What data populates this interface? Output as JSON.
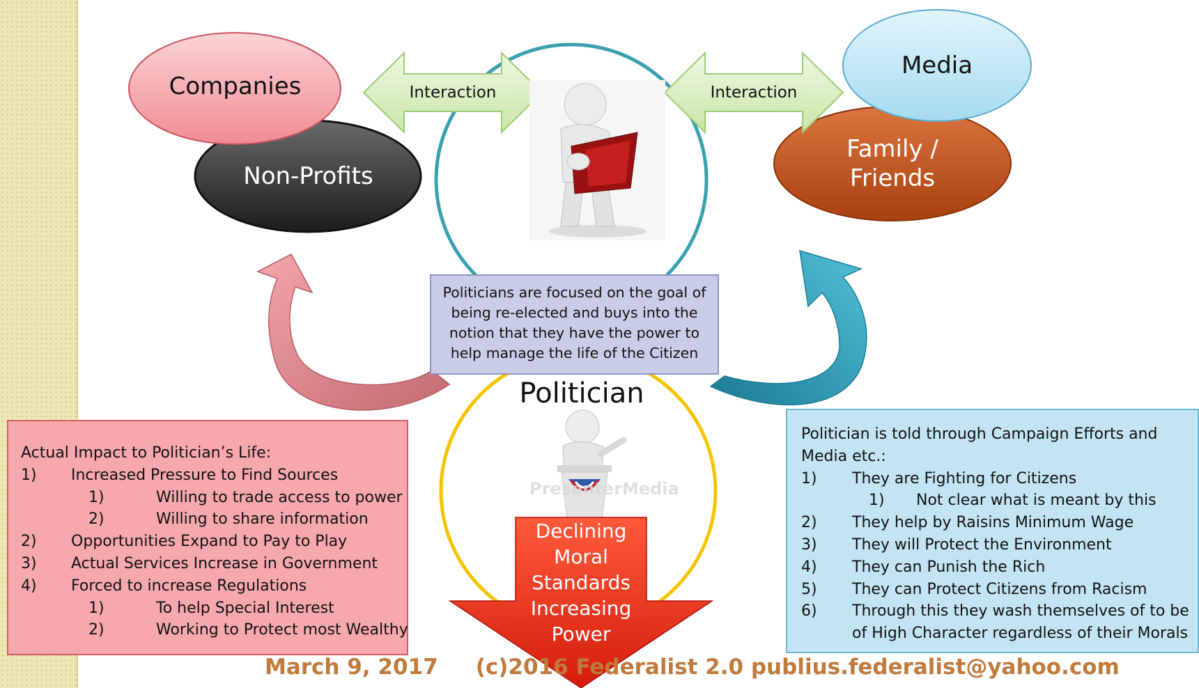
{
  "nodes": {
    "companies": "Companies",
    "non_profits": "Non-Profits",
    "media": "Media",
    "family_friends_line1": "Family /",
    "family_friends_line2": "Friends"
  },
  "arrows": {
    "left_label": "Interaction",
    "right_label": "Interaction"
  },
  "center_box": {
    "lines": [
      "Politicians are focused on the goal of",
      "being re-elected and buys into the",
      "notion that they have the power to",
      "help manage the life of the Citizen"
    ]
  },
  "politician_label": "Politician",
  "watermark": "PresenterMedia",
  "down_arrow": {
    "lines": [
      "Declining",
      "Moral",
      "Standards",
      "Increasing",
      "Power"
    ]
  },
  "left_box": {
    "title": "Actual Impact to Politician’s Life:",
    "items": [
      {
        "n": "1)",
        "text": "Increased Pressure to Find Sources",
        "level": 1
      },
      {
        "n": "1)",
        "text": "Willing to trade access to power",
        "level": 2
      },
      {
        "n": "2)",
        "text": "Willing to share information",
        "level": 2
      },
      {
        "n": "2)",
        "text": "Opportunities Expand to Pay to Play",
        "level": 1
      },
      {
        "n": "3)",
        "text": "Actual Services Increase in Government",
        "level": 1
      },
      {
        "n": "4)",
        "text": "Forced to increase Regulations",
        "level": 1
      },
      {
        "n": "1)",
        "text": "To help Special Interest",
        "level": 2
      },
      {
        "n": "2)",
        "text": "Working to Protect most Wealthy",
        "level": 2
      }
    ]
  },
  "right_box": {
    "title_line1": "Politician is told through Campaign Efforts and",
    "title_line2": "Media etc.:",
    "items": [
      {
        "n": "1)",
        "text": "They are Fighting for Citizens",
        "level": 1
      },
      {
        "n": "1)",
        "text": "Not clear what is meant by this",
        "level": 2
      },
      {
        "n": "2)",
        "text": "They help by Raisins Minimum Wage",
        "level": 1
      },
      {
        "n": "3)",
        "text": "They will Protect the Environment",
        "level": 1
      },
      {
        "n": "4)",
        "text": "They can Punish the Rich",
        "level": 1
      },
      {
        "n": "5)",
        "text": "They can Protect Citizens from Racism",
        "level": 1
      },
      {
        "n": "6)",
        "text": "Through this they wash themselves of to be",
        "level": 1
      },
      {
        "n": "",
        "text": "of High Character regardless of their Morals",
        "level": 1
      }
    ]
  },
  "footer": {
    "date": "March 9, 2017",
    "credit": "(c)2016 Federalist 2.0 publius.federalist@yahoo.com"
  },
  "colors": {
    "companies": "#f4a3a8",
    "non_profits": "#3c3c3c",
    "media": "#bfe6f5",
    "family_friends": "#c4541c",
    "interaction_arrow": "#d8efbf",
    "center_box": "#c9cde8",
    "left_box": "#f6a8ac",
    "right_box": "#c3e5f3",
    "teal_circle": "#3aa0b0",
    "gold_circle": "#f5c400",
    "down_arrow": "#e32a18",
    "footer_text": "#c07a3c"
  }
}
